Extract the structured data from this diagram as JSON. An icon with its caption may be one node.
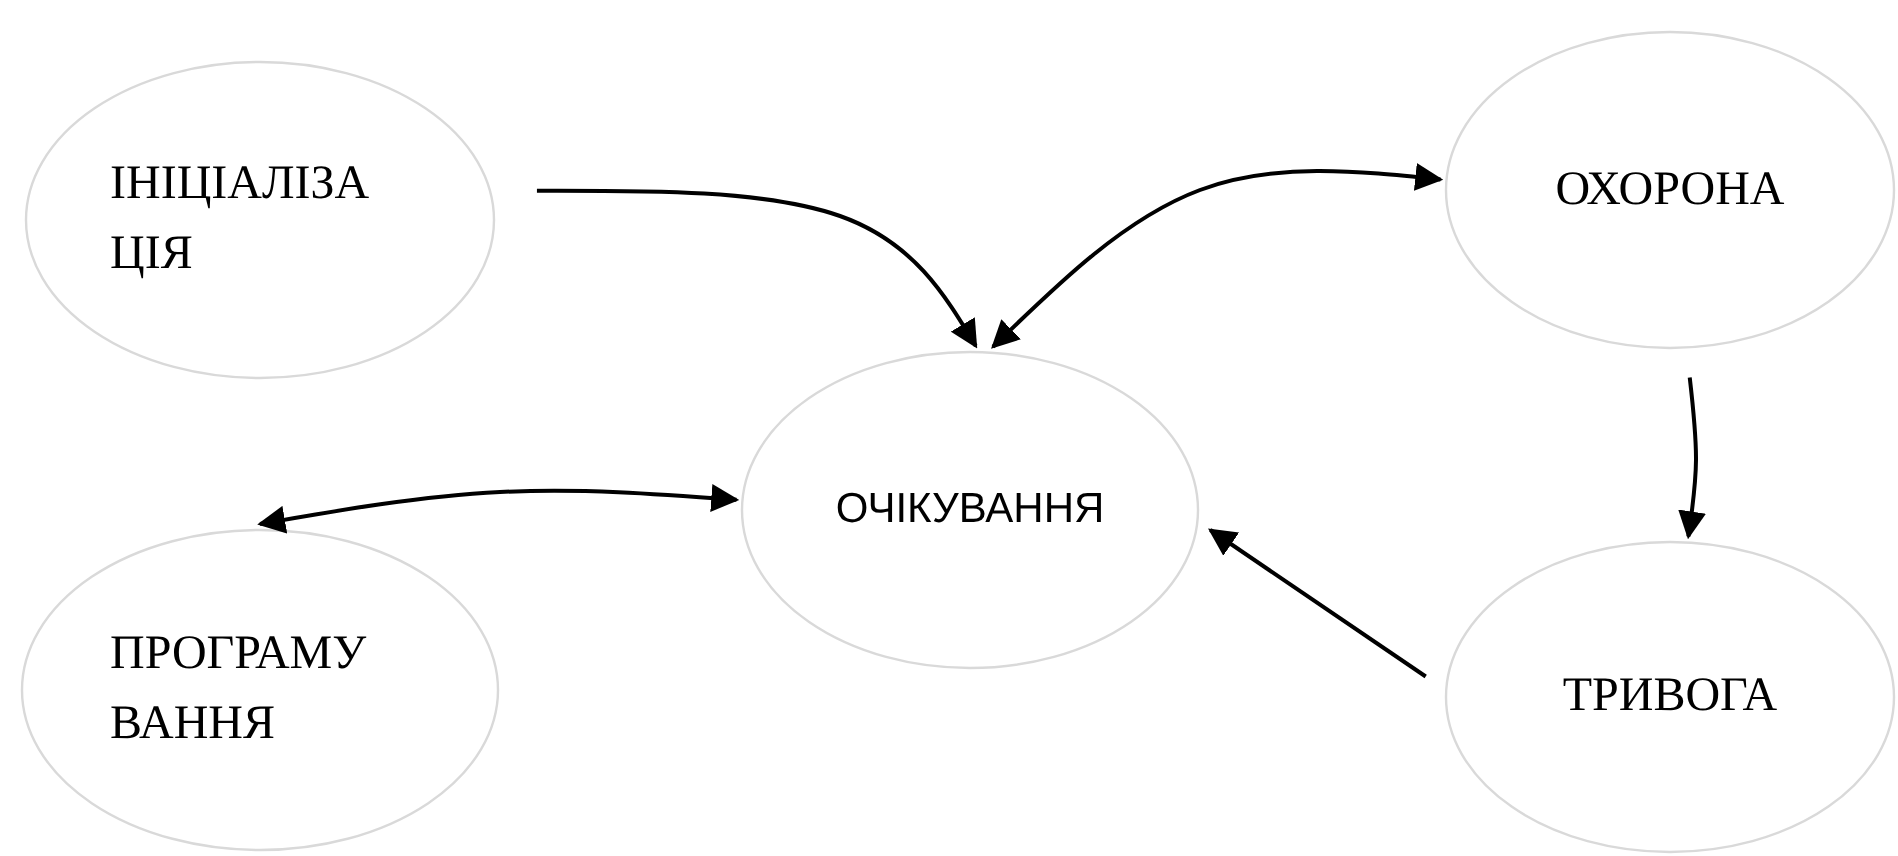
{
  "diagram": {
    "nodes": [
      {
        "text": [
          "ІНІЦІАЛІЗА ЦІЯ"
        ]
      },
      {
        "text": [
          "ОЧІКУВАННЯ"
        ]
      },
      {
        "text": [
          "ОХОРОНА"
        ]
      },
      {
        "text": [
          "ПРОГРАМУ ВАННЯ"
        ]
      },
      {
        "text": [
          "ТРИВОГА"
        ]
      }
    ],
    "edges": [
      {
        "from": 0,
        "to": 1,
        "arrow": "to"
      },
      {
        "from": 1,
        "to": 2,
        "arrow": "both"
      },
      {
        "from": 2,
        "to": 4,
        "arrow": "to"
      },
      {
        "from": 4,
        "to": 1,
        "arrow": "to"
      },
      {
        "from": 3,
        "to": 1,
        "arrow": "both"
      }
    ]
  }
}
